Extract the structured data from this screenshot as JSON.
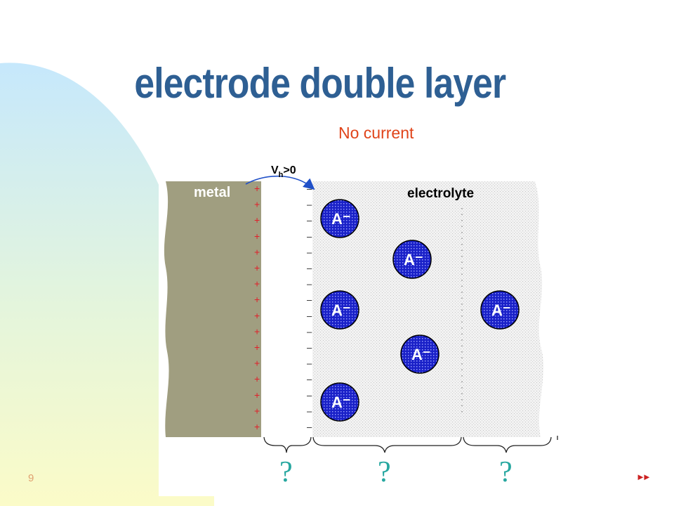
{
  "slide": {
    "title": "electrode double layer",
    "subtitle": "No current",
    "number": "9",
    "nav_arrow": "►►"
  },
  "diagram": {
    "voltage_main": "V",
    "voltage_sub": "h",
    "voltage_rest": ">0",
    "metal_label": "metal",
    "electrolyte_label": "electrolyte",
    "plus_sign": "+",
    "minus_sign": "–",
    "anion_label": "A⁻",
    "question_marks": [
      "?",
      "?",
      "?"
    ]
  },
  "colors": {
    "title": "#2e5f93",
    "subtitle": "#e0441a",
    "metal": "#a09e80",
    "anion": "#1a21c8",
    "charge": "#e0202a",
    "question": "#27a7a0",
    "arrow": "#2050c8"
  }
}
